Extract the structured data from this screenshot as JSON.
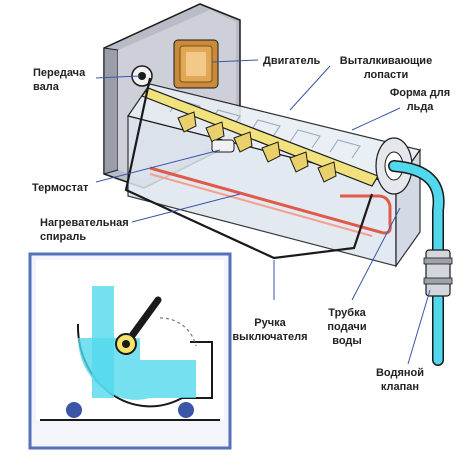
{
  "colors": {
    "housing": "#b9bcc6",
    "mold_tint": "#dfe6ef",
    "heater": "#e05a4a",
    "water": "#52d8ec",
    "blades": "#e9d06a",
    "shaft": "#f2e27e",
    "inset_border": "#5570b8",
    "outline": "#1a1a1a",
    "pointer": "#3b56a8"
  },
  "icons": [
    "motor-icon",
    "valve-icon",
    "inset-mold-icon"
  ],
  "labels": {
    "shaft_transmission": "Передача\nвала",
    "motor": "Двигатель",
    "ejector_blades": "Выталкивающие\nлопасти",
    "ice_mold": "Форма для\nльда",
    "thermostat": "Термостат",
    "heating_coil": "Нагревательная\nспираль",
    "shutoff_arm": "Ручка\nвыключателя",
    "water_tube": "Трубка\nподачи\nводы",
    "water_valve": "Водяной\nклапан"
  }
}
